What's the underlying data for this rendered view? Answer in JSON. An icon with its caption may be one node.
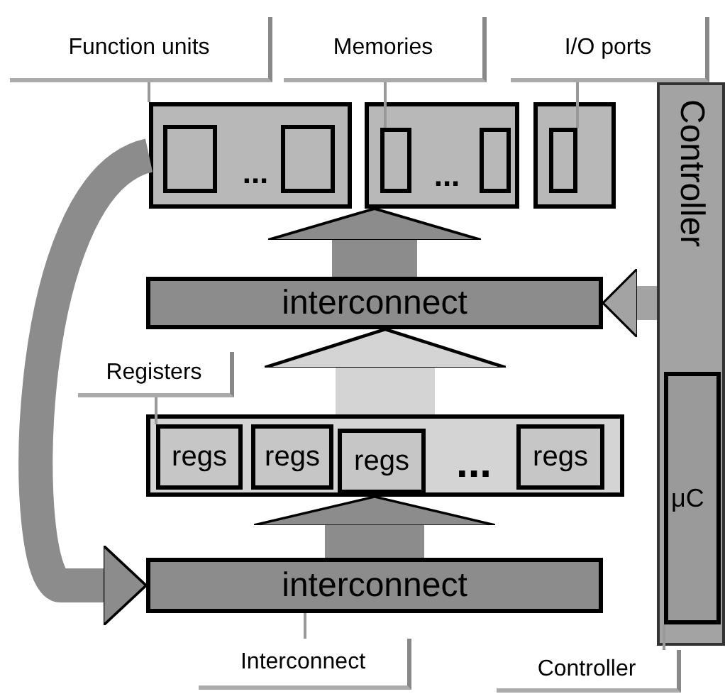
{
  "diagram": {
    "nodes": [
      {
        "text": [
          "Function units"
        ]
      },
      {
        "text": [
          "Memories"
        ]
      },
      {
        "text": [
          "I/O ports"
        ]
      },
      {
        "text": [],
        "shape": "box"
      },
      {
        "text": [],
        "shape": "box",
        "in": 3
      },
      {
        "text": [],
        "shape": "box",
        "in": 3
      },
      {
        "text": [],
        "shape": "box"
      },
      {
        "text": [],
        "shape": "box",
        "in": 6
      },
      {
        "text": [],
        "shape": "box",
        "in": 6
      },
      {
        "text": [],
        "shape": "box"
      },
      {
        "text": [],
        "shape": "box",
        "in": 9
      },
      {
        "text": [
          "Controller"
        ]
      },
      {
        "text": [
          "interconnect"
        ]
      },
      {
        "text": [
          "Registers"
        ]
      },
      {
        "text": [],
        "shape": "box"
      },
      {
        "text": [
          "regs"
        ],
        "in": 14
      },
      {
        "text": [
          "regs"
        ],
        "in": 14
      },
      {
        "text": [
          "regs"
        ],
        "in": 14
      },
      {
        "text": [
          "regs"
        ],
        "in": 14
      },
      {
        "text": [
          "μC"
        ],
        "in": 11
      },
      {
        "text": [
          "interconnect"
        ]
      },
      {
        "text": [
          "Interconnect"
        ]
      },
      {
        "text": [
          "Controller"
        ]
      }
    ],
    "edges": [
      {
        "from": 0,
        "to": 3,
        "arrow": "none"
      },
      {
        "from": 1,
        "to": 7,
        "arrow": "none"
      },
      {
        "from": 2,
        "to": 10,
        "arrow": "none"
      },
      {
        "from": 13,
        "to": 15,
        "arrow": "none"
      },
      {
        "from": 21,
        "to": 20,
        "arrow": "none"
      },
      {
        "from": 22,
        "to": 19,
        "arrow": "none"
      },
      {
        "from": 12,
        "to": 6,
        "arrow": "to",
        "style": "thick"
      },
      {
        "from": 14,
        "to": 12,
        "arrow": "to",
        "style": "thick"
      },
      {
        "from": 20,
        "to": 14,
        "arrow": "to",
        "style": "thick"
      },
      {
        "from": 3,
        "to": 20,
        "arrow": "to",
        "style": "thick"
      },
      {
        "from": 11,
        "to": 12,
        "arrow": "to",
        "style": "thick"
      }
    ],
    "labels": [
      "...",
      "...",
      "..."
    ]
  }
}
